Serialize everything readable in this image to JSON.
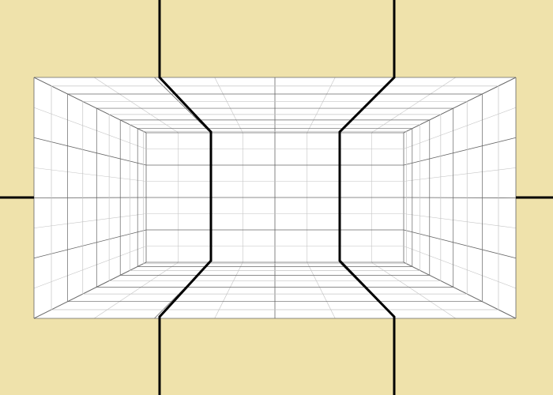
{
  "diagram": {
    "colors": {
      "background": "#efe2ab",
      "grid_panel": "#ffffff",
      "grid_line_major": "#666666",
      "grid_line_minor": "#c4c4c4",
      "divider": "#000000"
    },
    "grid": {
      "back_wall_columns": 8,
      "back_wall_rows": 8,
      "depth_steps": 10
    }
  }
}
